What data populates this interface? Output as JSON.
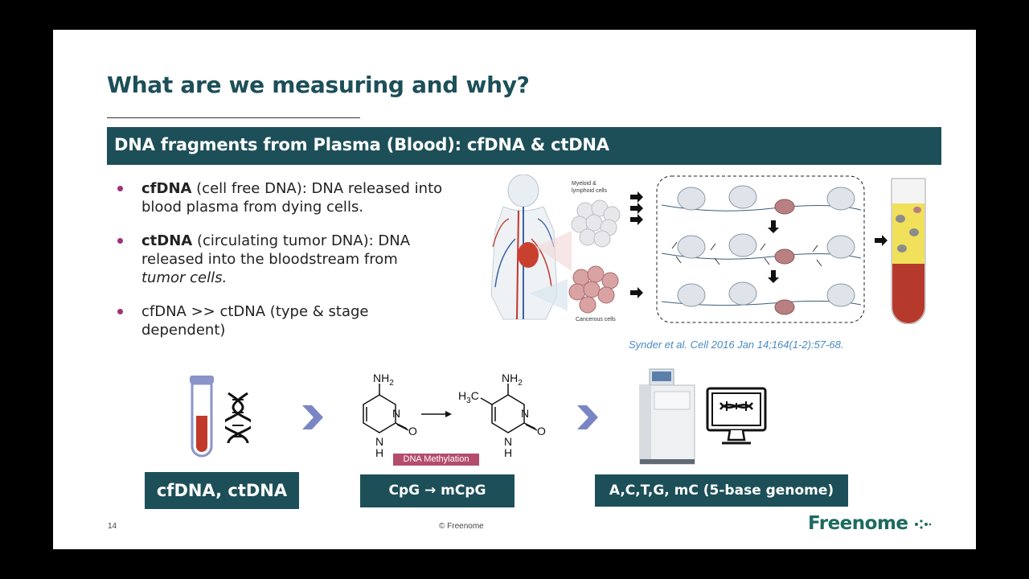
{
  "slide": {
    "title": "What are we measuring and why?",
    "section_heading": "DNA fragments from Plasma (Blood): cfDNA & ctDNA",
    "bullets": [
      {
        "term": "cfDNA",
        "rest_line1": " (cell free DNA): DNA released into",
        "line2": "blood plasma from dying cells."
      },
      {
        "term": "ctDNA",
        "rest_line1": " (circulating tumor DNA): DNA",
        "line2": "released into the bloodstream from",
        "line3": "tumor cells."
      },
      {
        "line1": "cfDNA >> ctDNA (type & stage",
        "line2": "dependent)"
      }
    ],
    "figure": {
      "myeloid_label_line1": "Myeloid &",
      "myeloid_label_line2": "lymphoid cells",
      "cancer_label": "Cancerous cells"
    },
    "citation": {
      "authors": "Synder et al.",
      "journal": "Cell",
      "details": "2016 Jan 14;164(1-2):57-68."
    },
    "workflow": {
      "box1": "cfDNA, ctDNA",
      "box2": "CpG → mCpG",
      "box3": "A,C,T,G, mC (5-base genome)",
      "methylation_label": "DNA Methylation",
      "chem": {
        "nh2": "NH",
        "sub2": "2",
        "n": "N",
        "h": "H",
        "o": "O",
        "h3c": "H",
        "sub3": "3",
        "c": "C"
      }
    },
    "footer": {
      "page_number": "14",
      "copyright": "© Freenome",
      "logo": "Freenome"
    }
  },
  "colors": {
    "brand_teal": "#1d4f59",
    "bullet_magenta": "#a1307d",
    "methylation_label": "#b34d6b",
    "citation_blue": "#4a8ac2",
    "chevron": "#7a86c4"
  },
  "icons": [
    "test-tube-icon",
    "dna-helix-icon",
    "chevron-right-icon",
    "sequencer-icon",
    "monitor-dna-icon",
    "freenome-logo-dots"
  ]
}
